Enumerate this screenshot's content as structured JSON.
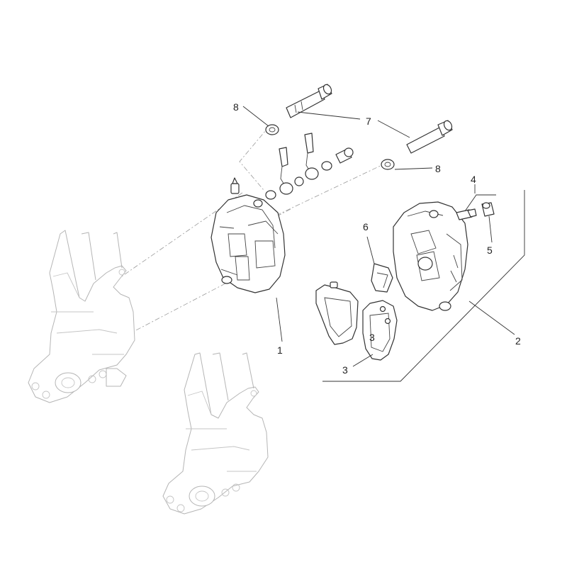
{
  "callouts": {
    "c1": "1",
    "c2": "2",
    "c3a": "3",
    "c3b": "3",
    "c4": "4",
    "c5": "5",
    "c6": "6",
    "c7": "7",
    "c8a": "8",
    "c8b": "8"
  }
}
